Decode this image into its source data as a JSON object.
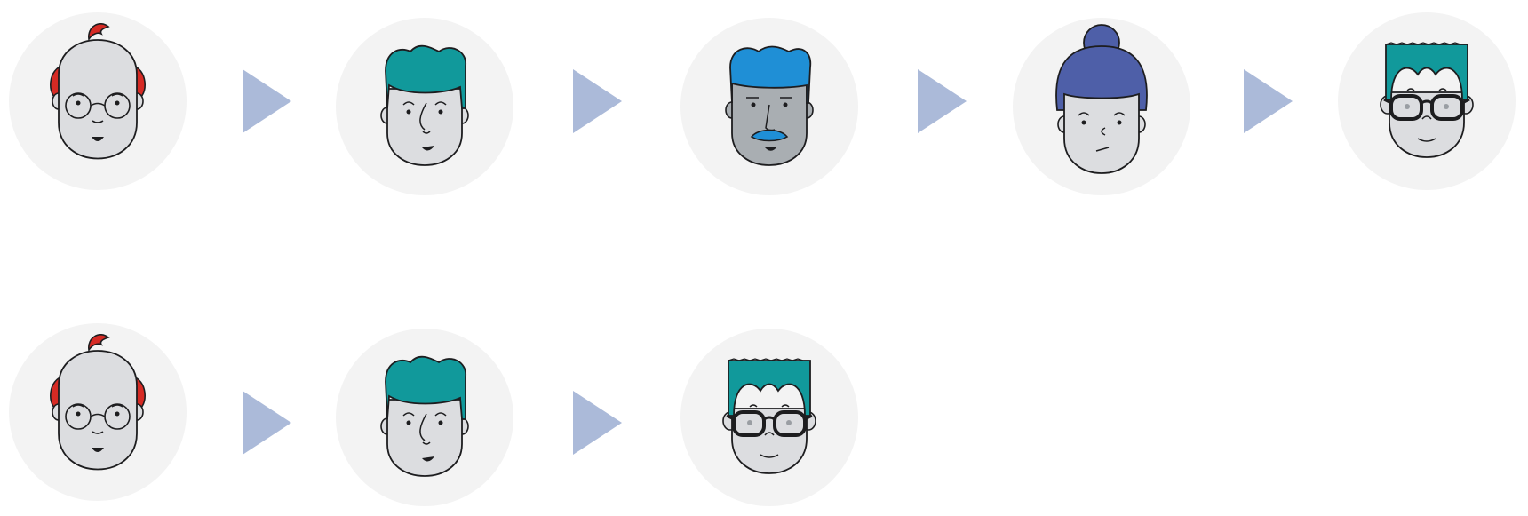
{
  "colors": {
    "background": "#ffffff",
    "circle": "#f3f3f3",
    "arrow": "#abbad9",
    "skin": "#dcdde0",
    "skin_dark": "#a9aeb2",
    "outline": "#1d1d1f",
    "red_hair": "#d62a24",
    "teal_hair": "#11999b",
    "blue_hair": "#1f8fd6",
    "purple_hair": "#4e5fa8"
  },
  "rows": [
    {
      "avatars": [
        {
          "id": "bald-glasses-man",
          "icon": "bald-man-with-round-glasses-icon"
        },
        {
          "id": "teal-hair-man",
          "icon": "man-with-teal-wavy-hair-icon"
        },
        {
          "id": "blue-hair-mustache-man",
          "icon": "man-with-blue-hair-and-mustache-icon"
        },
        {
          "id": "bun-woman",
          "icon": "woman-with-purple-hair-bun-icon"
        },
        {
          "id": "flat-top-glasses-man",
          "icon": "man-with-teal-flat-top-and-glasses-icon"
        }
      ]
    },
    {
      "avatars": [
        {
          "id": "bald-glasses-man",
          "icon": "bald-man-with-round-glasses-icon"
        },
        {
          "id": "teal-hair-man",
          "icon": "man-with-teal-wavy-hair-icon"
        },
        {
          "id": "flat-top-glasses-man",
          "icon": "man-with-teal-flat-top-and-glasses-icon"
        }
      ]
    }
  ]
}
